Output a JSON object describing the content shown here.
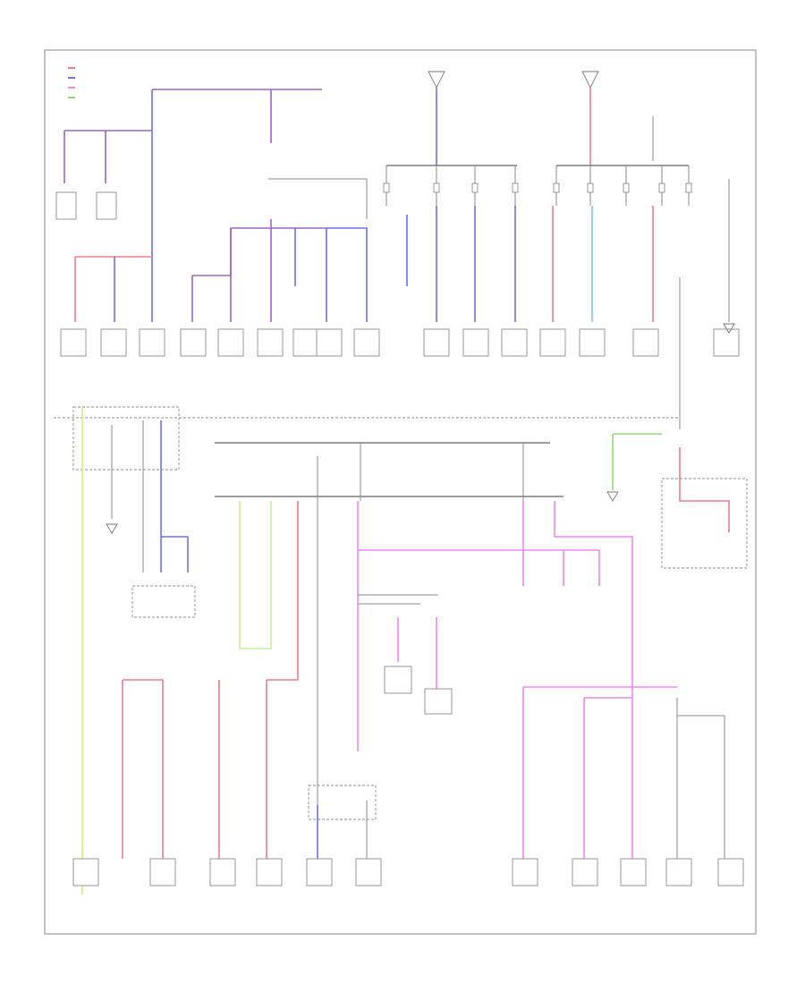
{
  "legend": [
    "",
    "",
    "",
    ""
  ],
  "footer_code": "",
  "colors": {
    "violet": "#9966cc",
    "blue": "#6f6ff5",
    "red": "#f07c8e",
    "light_blue": "#7fc6e0",
    "pink": "#ef87ef",
    "yellow_green": "#d4f07a",
    "green": "#8fdc7b",
    "pale_green": "#c6f29a",
    "gray": "#8a8a8a"
  },
  "legend_colors": [
    "red",
    "blue",
    "pink",
    "green"
  ],
  "fuses_hot": [
    "",
    "",
    "",
    ""
  ],
  "fuses_main": [
    "",
    "",
    "",
    "",
    "",
    "",
    "",
    "",
    "",
    "",
    ""
  ],
  "fuses_lower": [
    "",
    "",
    ""
  ],
  "top_components": [
    "",
    "",
    "",
    "",
    "",
    "",
    "",
    "",
    "",
    "",
    "",
    "",
    "",
    "",
    "",
    "",
    "",
    ""
  ],
  "bottom_components": [
    "",
    "",
    "",
    "",
    "",
    "",
    "",
    "",
    "",
    "",
    "",
    "",
    ""
  ],
  "mid_components": [
    "",
    "",
    "",
    ""
  ],
  "icons": [
    "ground-symbol-icon",
    "fuse-icon",
    "connector-icon"
  ]
}
